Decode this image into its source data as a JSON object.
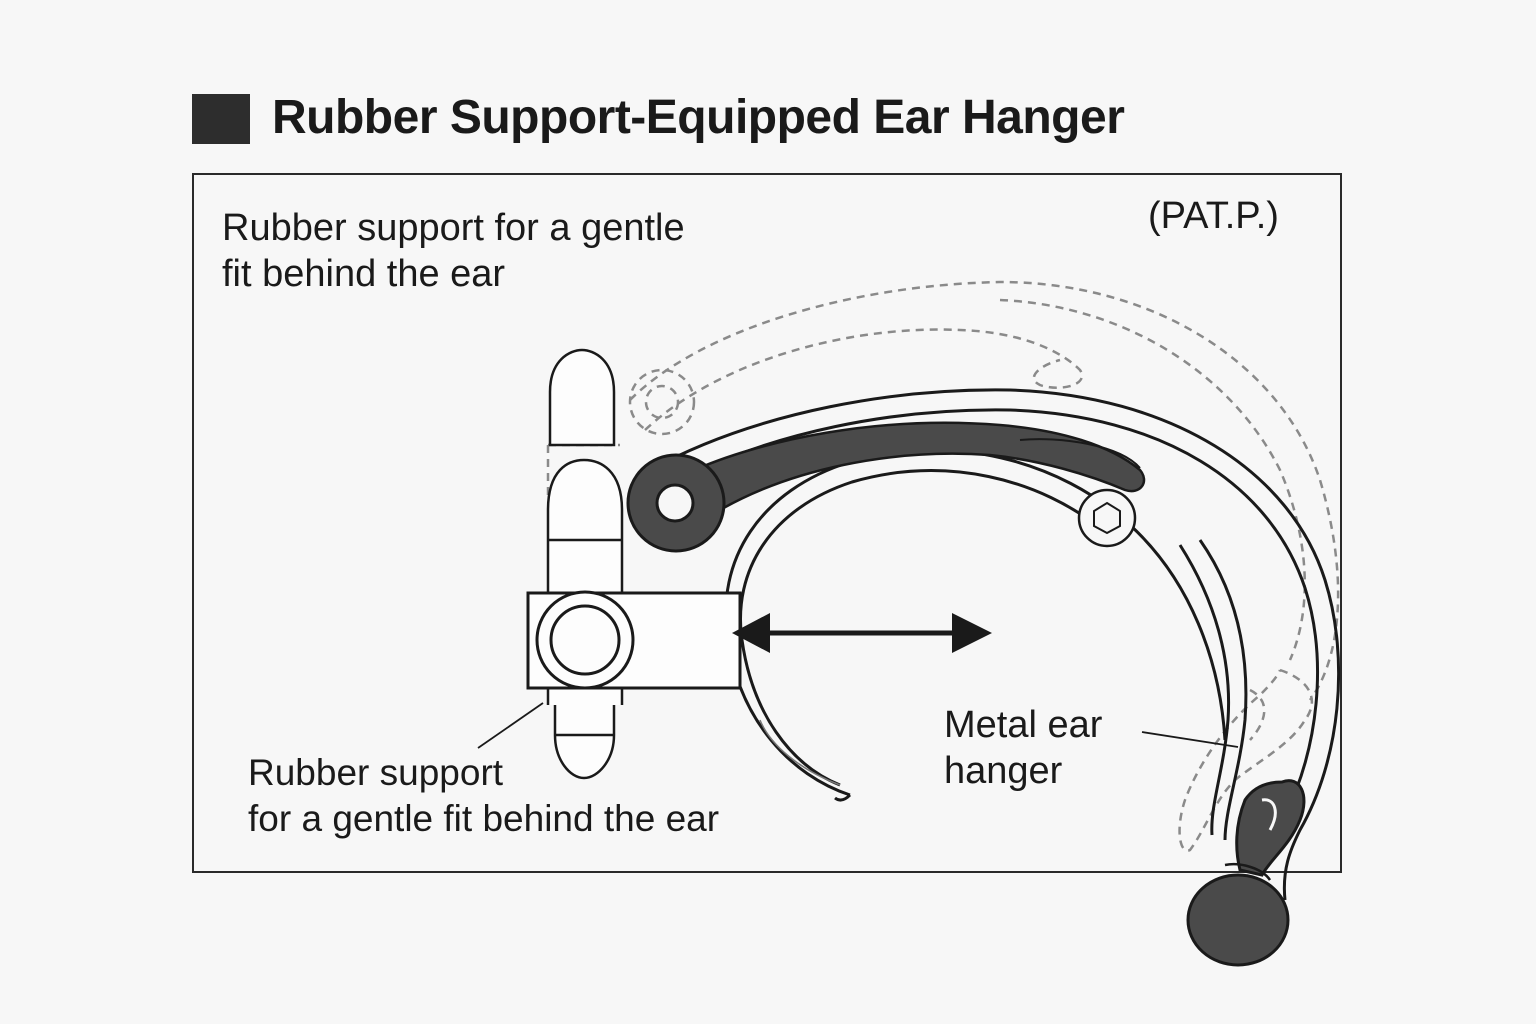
{
  "title": "Rubber Support-Equipped Ear Hanger",
  "labels": {
    "top_line1": "Rubber support for a gentle",
    "top_line2": "fit behind the ear",
    "patent": "(PAT.P.)",
    "bottom_line1": "Rubber support",
    "bottom_line2": "for a gentle fit behind the ear",
    "metal_line1": "Metal ear",
    "metal_line2": "hanger"
  },
  "colors": {
    "ink": "#1a1a1a",
    "dark_part": "#4a4a4a",
    "dashed": "#8a8a8a",
    "background": "#f7f7f7"
  }
}
